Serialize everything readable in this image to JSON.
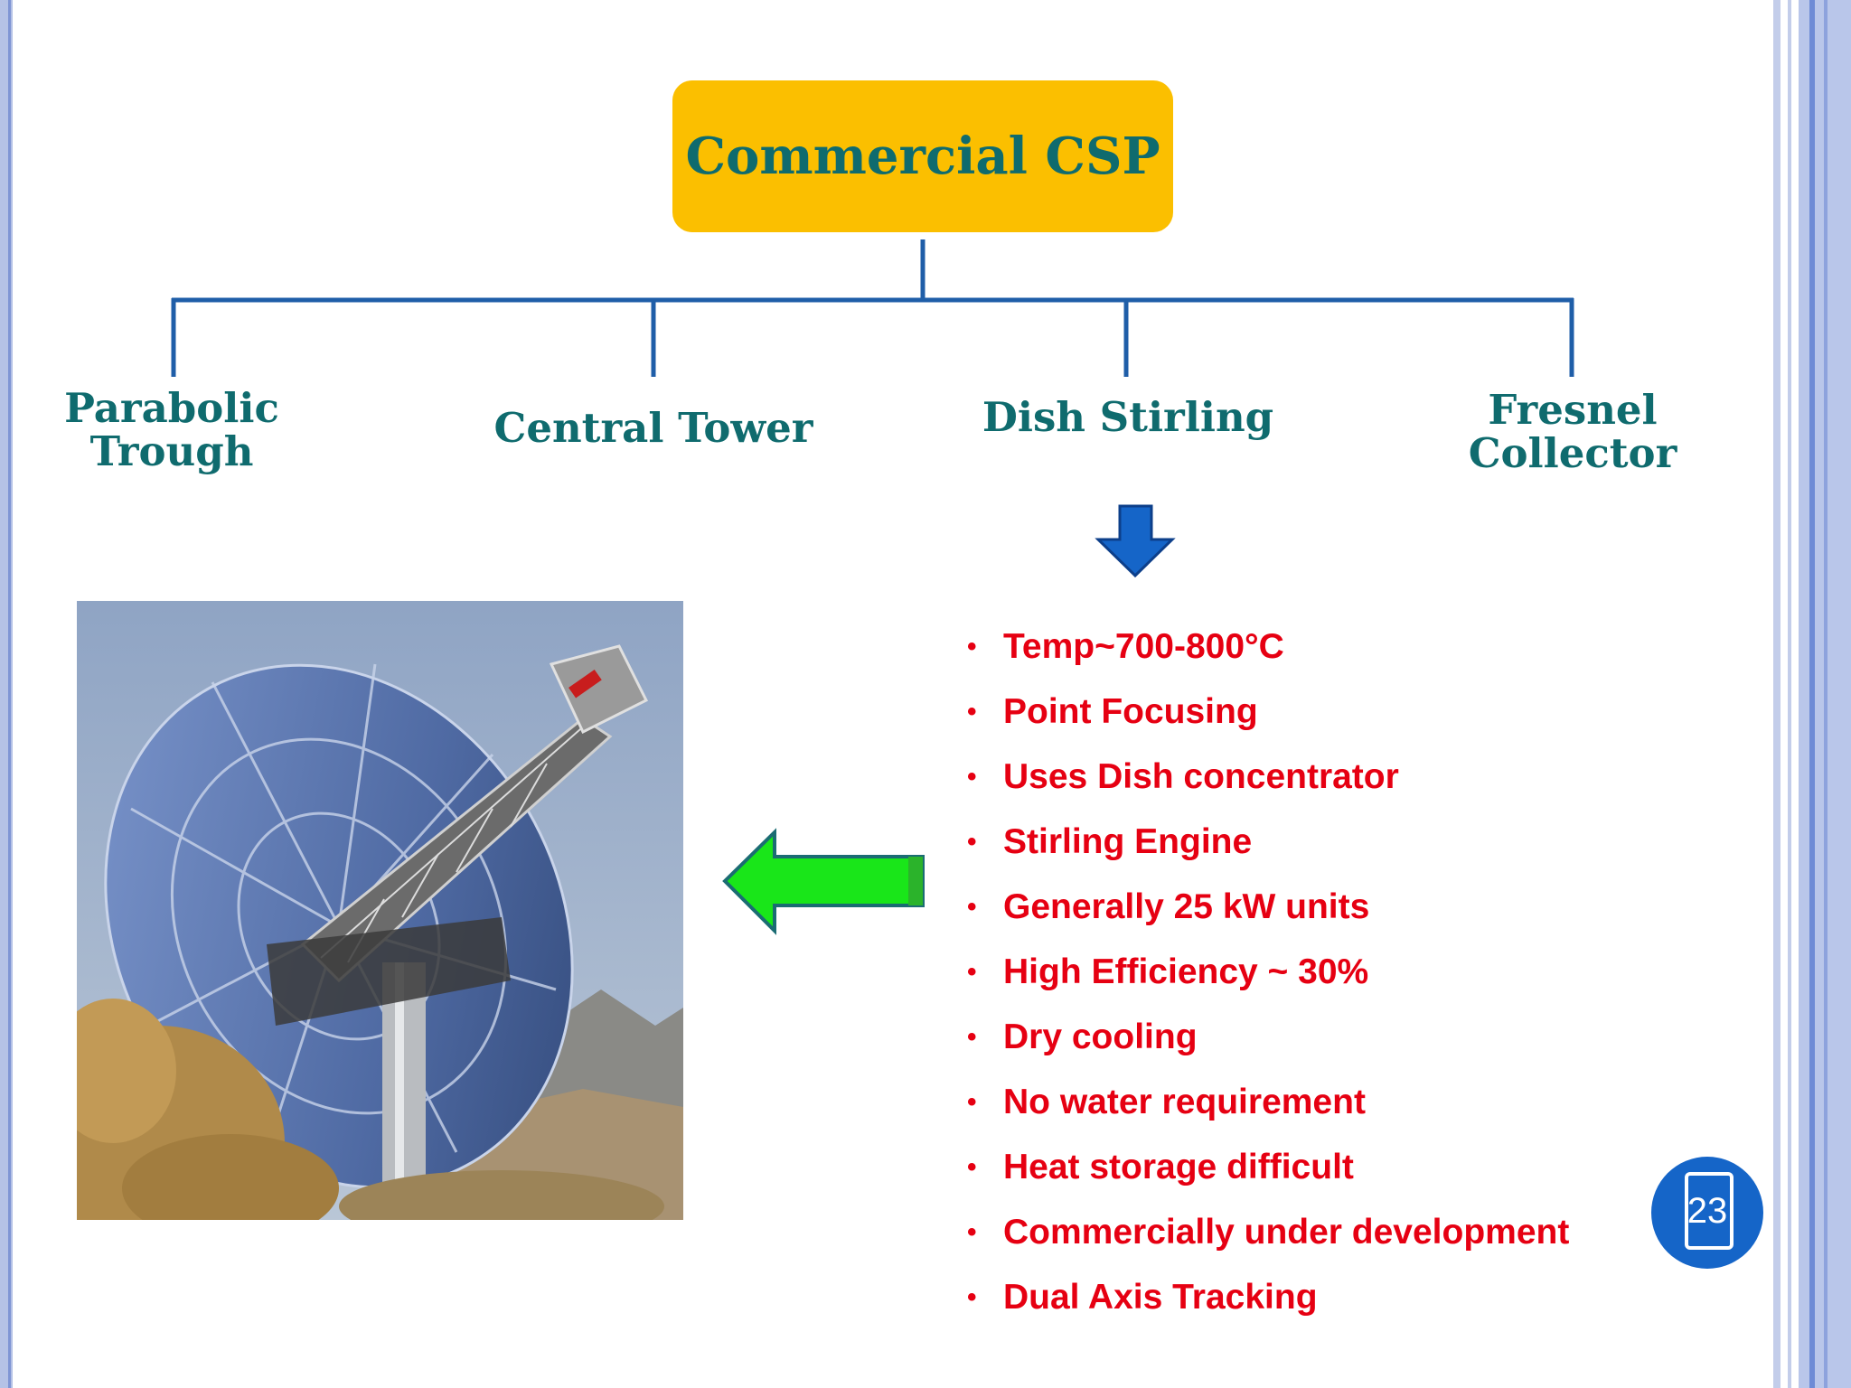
{
  "root": {
    "label": "Commercial CSP"
  },
  "branches": [
    {
      "line1": "Parabolic",
      "line2": "Trough"
    },
    {
      "line1": "Central Tower",
      "line2": ""
    },
    {
      "line1": "Dish Stirling",
      "line2": ""
    },
    {
      "line1": "Fresnel",
      "line2": "Collector"
    }
  ],
  "features": [
    "Temp~700-800°C",
    "Point Focusing",
    "Uses Dish concentrator",
    "Stirling Engine",
    "Generally 25 kW units",
    "High Efficiency ~ 30%",
    "Dry cooling",
    "No water requirement",
    "Heat storage difficult",
    "Commercially under development",
    "Dual Axis Tracking"
  ],
  "bullet_char": "•",
  "slide_number": "23",
  "colors": {
    "root_fill": "#fbbf00",
    "node_text": "#0f6b6e",
    "connector": "#1f5ea8",
    "bullet_text": "#e60012",
    "down_arrow": "#1565c8",
    "left_arrow": "#19e619"
  },
  "icons": {
    "down_arrow": "down-arrow-icon",
    "left_arrow": "left-arrow-icon",
    "slide_number_badge": "tablet-icon"
  }
}
